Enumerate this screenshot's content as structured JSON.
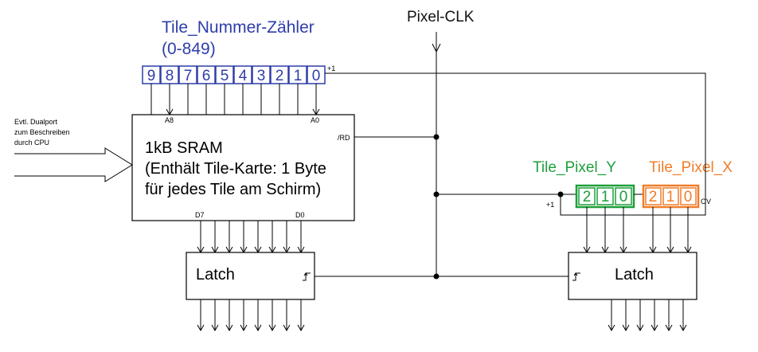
{
  "labels": {
    "counter_title_line1": "Tile_Nummer-Zähler",
    "counter_title_line2": "(0-849)",
    "pixel_clk": "Pixel-CLK",
    "tile_pixel_y": "Tile_Pixel_Y",
    "tile_pixel_x": "Tile_Pixel_X",
    "dualport_line1": "Evtl. Dualport",
    "dualport_line2": "zum Beschreiben",
    "dualport_line3": "durch CPU",
    "sram_line1": "1kB SRAM",
    "sram_line2": "(Enthält Tile-Karte: 1 Byte",
    "sram_line3": "für jedes Tile am Schirm)",
    "latch_left": "Latch",
    "latch_right": "Latch",
    "pin_a8": "A8",
    "pin_a0": "A0",
    "pin_rd": "/RD",
    "pin_d7": "D7",
    "pin_d0": "D0",
    "carry_top": "+1",
    "carry_y": "+1",
    "overflow": "OV"
  },
  "counter_bits": [
    "9",
    "8",
    "7",
    "6",
    "5",
    "4",
    "3",
    "2",
    "1",
    "0"
  ],
  "y_bits": [
    "2",
    "1",
    "0"
  ],
  "x_bits": [
    "2",
    "1",
    "0"
  ],
  "colors": {
    "counter": "#2E3DAA",
    "tile_pixel_y": "#1E9E3A",
    "tile_pixel_x": "#F07D2A",
    "lines": "#000000"
  }
}
